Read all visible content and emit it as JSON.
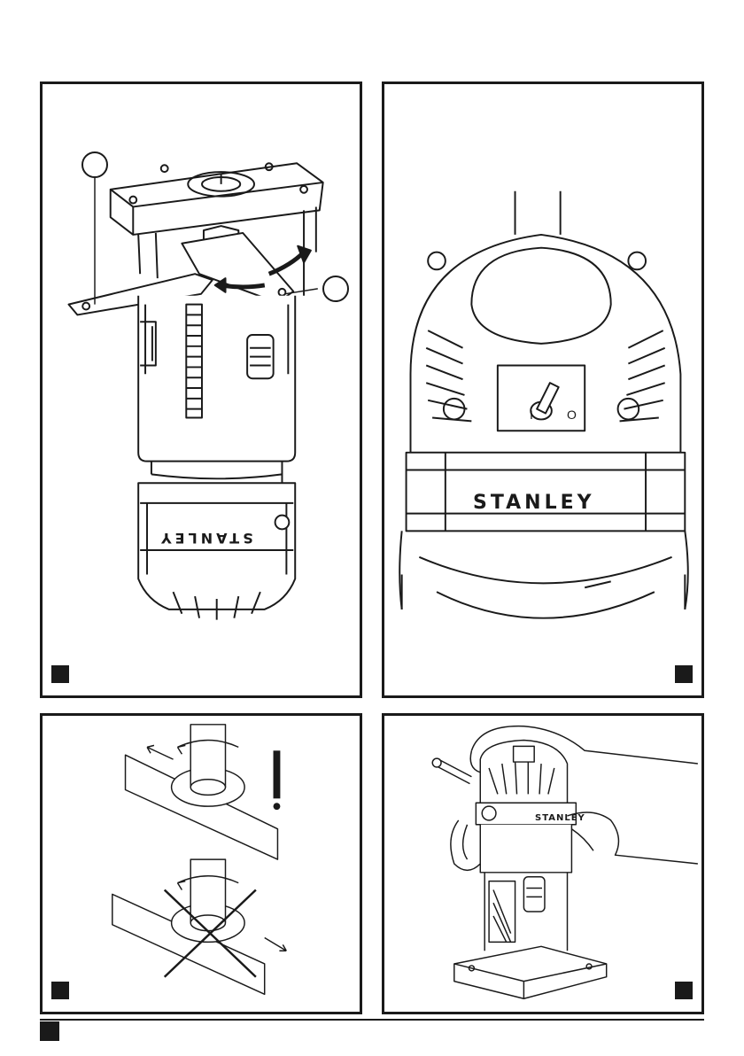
{
  "figures": [
    {
      "callouts": [
        "",
        ""
      ],
      "brand_text": "STANLEY"
    },
    {
      "brand_text": "STANLEY",
      "switch_on_label": "I",
      "switch_off_label": "O"
    },
    {
      "warning_symbol": "!"
    },
    {
      "brand_text": "STANLEY"
    }
  ]
}
